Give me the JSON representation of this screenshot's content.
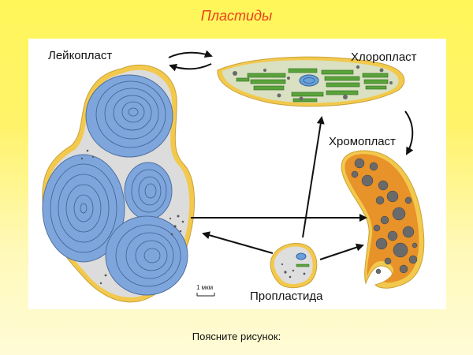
{
  "slide": {
    "title": "Пластиды",
    "footer": "Поясните рисунок:"
  },
  "diagram": {
    "labels": {
      "leucoplast": "Лейкопласт",
      "chloroplast": "Хлоропласт",
      "chromoplast": "Хромопласт",
      "proplastid": "Пропластида",
      "scale": "1 мкм"
    },
    "colors": {
      "slide_background": "#fff65a",
      "title": "#e8411f",
      "membrane": "#f3c64a",
      "stroma": "#d9e1c2",
      "starch_grain": "#7ea6dd",
      "thylakoid": "#5aa33b",
      "chromoplast_body": "#e8922a",
      "globule": "#6a6a6a"
    }
  }
}
